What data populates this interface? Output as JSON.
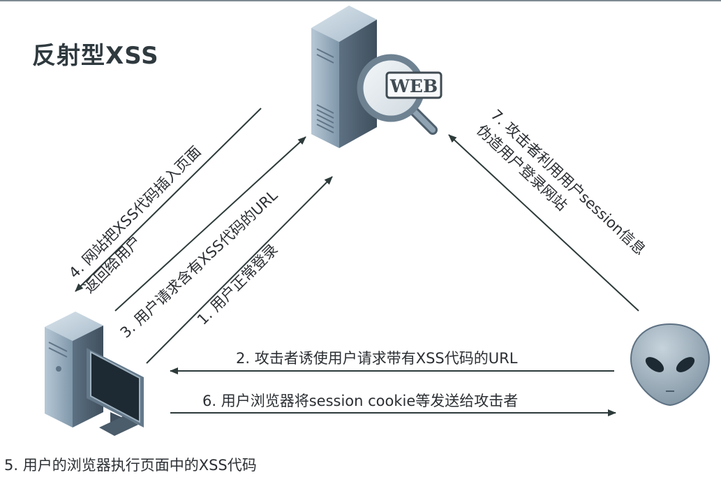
{
  "title": "反射型XSS",
  "steps": {
    "s1": "1. 用户正常登录",
    "s2": "2. 攻击者诱使用户请求带有XSS代码的URL",
    "s3": "3. 用户请求含有XSS代码的URL",
    "s4_line1": "4. 网站把XSS代码插入页面",
    "s4_line2": "返回给用户",
    "s5": "5. 用户的浏览器执行页面中的XSS代码",
    "s6": "6. 用户浏览器将session cookie等发送给攻击者",
    "s7_line1": "7. 攻击者利用用户session信息",
    "s7_line2": "伪造用户登录网站"
  },
  "server": {
    "badge": "WEB",
    "icon": "web-server-icon"
  },
  "client": {
    "icon": "user-computer-icon"
  },
  "attacker": {
    "icon": "alien-attacker-icon"
  },
  "colors": {
    "arrow": "#2d3a3a",
    "title": "#2f3a3f",
    "server_body": "#8fa6b8",
    "screen": "#1e2a33"
  }
}
